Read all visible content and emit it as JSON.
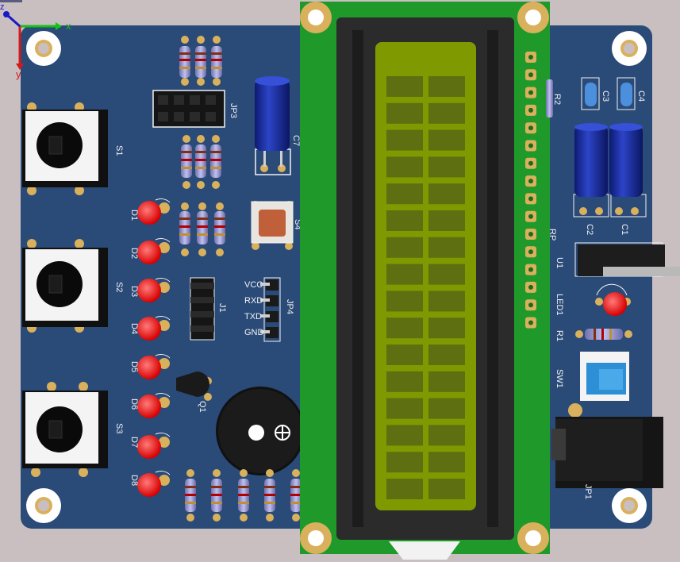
{
  "colors": {
    "background": "#c9bfc0",
    "pcb": "#2a4a78",
    "silkscreen": "#f2f2f2",
    "pad": "#d9b15c",
    "lcd_board": "#1f9a2a",
    "lcd_glass": "#7f9a00",
    "lcd_char": "#5d6f10",
    "led": "#ff1a1a",
    "capacitor": "#1b2fa0",
    "resistor": "#9a9ad0"
  },
  "axes": {
    "x": "x",
    "y": "y",
    "z": "z"
  },
  "buttons": {
    "s1": "S1",
    "s2": "S2",
    "s3": "S3",
    "s4": "S4"
  },
  "leds": {
    "d1": "D1",
    "d2": "D2",
    "d3": "D3",
    "d4": "D4",
    "d5": "D5",
    "d6": "D6",
    "d7": "D7",
    "d8": "D8",
    "led1": "LED1"
  },
  "connectors": {
    "jp1": "JP1",
    "jp3": "JP3",
    "jp4": "JP4",
    "j1": "J1",
    "jp4_pins": [
      "VCC",
      "RXD",
      "TXD",
      "GND"
    ]
  },
  "parts": {
    "c1": "C1",
    "c2": "C2",
    "c3": "C3",
    "c4": "C4",
    "c7": "C7",
    "r1": "R1",
    "r2": "R2",
    "rp": "RP",
    "q1": "Q1",
    "u1": "U1",
    "sw1": "SW1"
  },
  "lcd": {
    "rows": 2,
    "cols": 16
  }
}
